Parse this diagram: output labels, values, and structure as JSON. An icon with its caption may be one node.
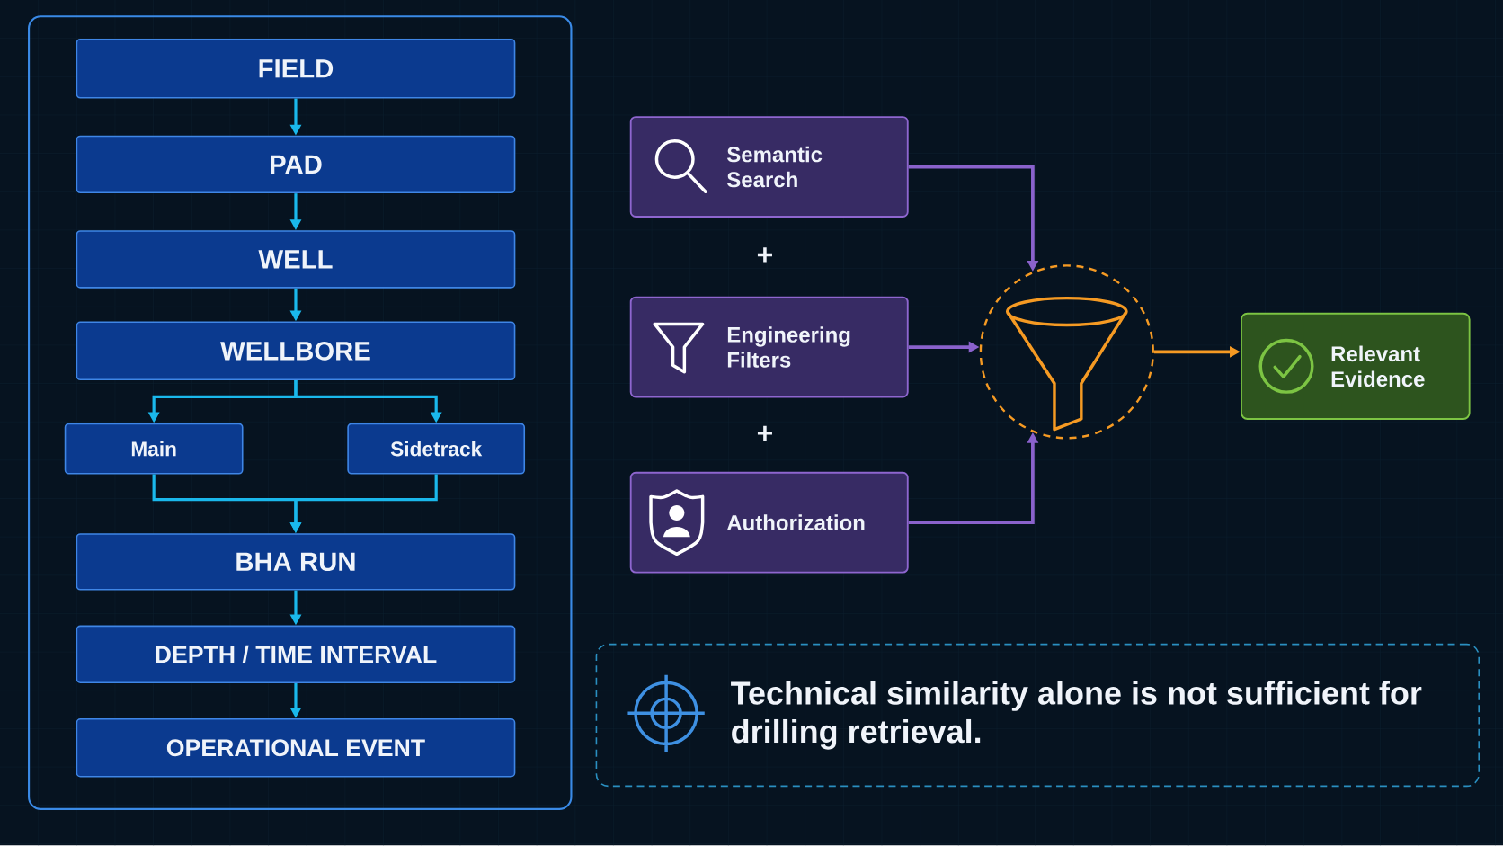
{
  "diagram": {
    "nodes": [
      {
        "text": [],
        "shape": "box"
      },
      {
        "text": [
          "FIELD"
        ],
        "in": 0
      },
      {
        "text": [
          "PAD"
        ],
        "in": 0
      },
      {
        "text": [
          "WELL"
        ],
        "in": 0
      },
      {
        "text": [
          "WELLBORE"
        ],
        "in": 0
      },
      {
        "text": [
          "Main"
        ],
        "in": 0
      },
      {
        "text": [
          "Sidetrack"
        ],
        "in": 0
      },
      {
        "text": [
          "BHA RUN"
        ],
        "in": 0
      },
      {
        "text": [
          "DEPTH / TIME INTERVAL"
        ],
        "in": 0
      },
      {
        "text": [
          "OPERATIONAL EVENT"
        ],
        "in": 0
      },
      {
        "text": [
          "Semantic Search"
        ]
      },
      {
        "text": [
          "Engineering Filters"
        ]
      },
      {
        "text": [
          "Authorization"
        ]
      },
      {
        "text": [],
        "shape": "circle"
      },
      {
        "text": [
          "Relevant Evidence"
        ]
      },
      {
        "text": [
          "Technical similarity alone is not sufficient for drilling retrieval."
        ]
      }
    ],
    "edges": [
      {
        "from": 1,
        "to": 2,
        "arrow": "to"
      },
      {
        "from": 2,
        "to": 3,
        "arrow": "to"
      },
      {
        "from": 3,
        "to": 4,
        "arrow": "to"
      },
      {
        "from": 4,
        "to": 5,
        "arrow": "to"
      },
      {
        "from": 4,
        "to": 6,
        "arrow": "to"
      },
      {
        "from": 5,
        "to": 7,
        "arrow": "to"
      },
      {
        "from": 6,
        "to": 7,
        "arrow": "to"
      },
      {
        "from": 7,
        "to": 8,
        "arrow": "to"
      },
      {
        "from": 8,
        "to": 9,
        "arrow": "to"
      },
      {
        "from": 10,
        "to": 13,
        "arrow": "to",
        "color": "#8a62cc"
      },
      {
        "from": 11,
        "to": 13,
        "arrow": "to",
        "color": "#8a62cc"
      },
      {
        "from": 12,
        "to": 13,
        "arrow": "to",
        "color": "#8a62cc"
      },
      {
        "from": 13,
        "to": 14,
        "arrow": "to",
        "color": "#f59a23"
      }
    ],
    "labels": [
      "+",
      "+"
    ]
  }
}
